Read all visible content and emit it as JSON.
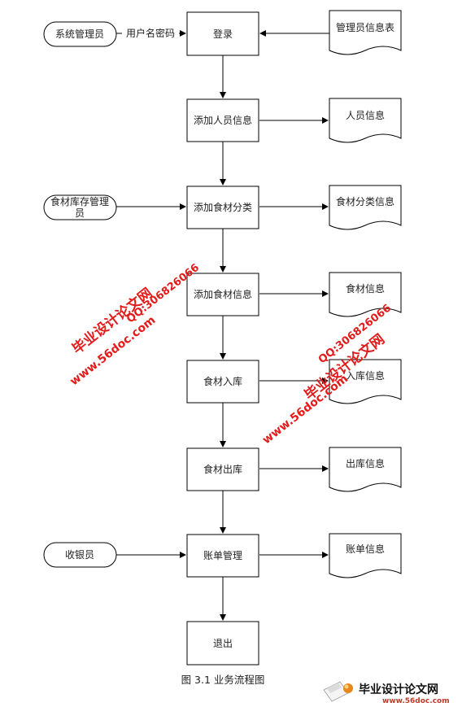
{
  "diagram": {
    "actors": {
      "sys_admin": "系统管理员",
      "inv_admin_line1": "食材库存管理",
      "inv_admin_line2": "员",
      "cashier": "收银员"
    },
    "edge_label_login": "用户名密码",
    "processes": {
      "login": "登录",
      "add_person": "添加人员信息",
      "add_category": "添加食材分类",
      "add_food": "添加食材信息",
      "stock_in": "食材入库",
      "stock_out": "食材出库",
      "bill": "账单管理",
      "exit": "退出"
    },
    "documents": {
      "admin_table": "管理员信息表",
      "person_info": "人员信息",
      "category_info": "食材分类信息",
      "food_info": "食材信息",
      "stock_in_info": "入库信息",
      "stock_out_info": "出库信息",
      "bill_info": "账单信息"
    }
  },
  "caption": "图 3.1 业务流程图",
  "watermark": {
    "site_name": "毕业设计论文网",
    "url": "www.56doc.com",
    "qq": "QQ:306826066",
    "color": "#e31b1b"
  },
  "footer_logo": {
    "name": "毕业设计论文网",
    "url": "www.56doc.com"
  }
}
